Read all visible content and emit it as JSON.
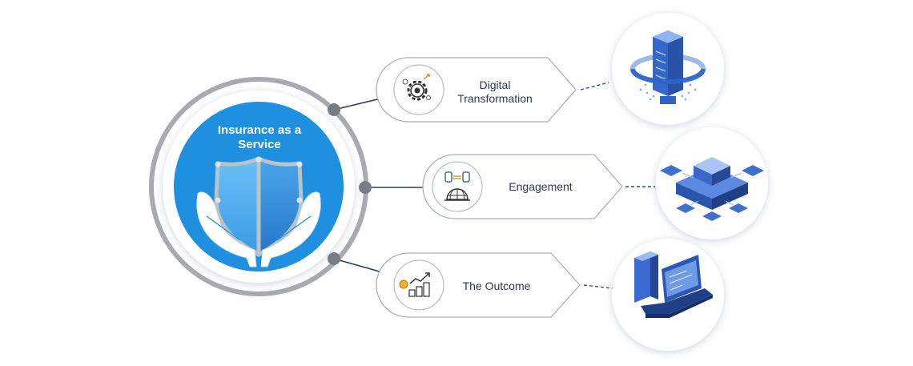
{
  "hub": {
    "title_line1": "Insurance as a",
    "title_line2": "Service"
  },
  "branches": [
    {
      "label_line1": "Digital",
      "label_line2": "Transformation",
      "icon": "gear-settings-icon",
      "illustration": "server-tower-illustration"
    },
    {
      "label_line1": "Engagement",
      "label_line2": "",
      "icon": "globe-network-icon",
      "illustration": "isometric-server-network-illustration"
    },
    {
      "label_line1": "The Outcome",
      "label_line2": "",
      "icon": "growth-coins-chart-icon",
      "illustration": "laptop-server-illustration"
    }
  ],
  "colors": {
    "hub_blue": "#1f8fe0",
    "ring_gray": "#a9a9b0",
    "card_border": "#aab0bb",
    "line_dark": "#2f3d52",
    "dash_blue": "#2e4d8a",
    "illustration_blue": "#2f63c7"
  }
}
